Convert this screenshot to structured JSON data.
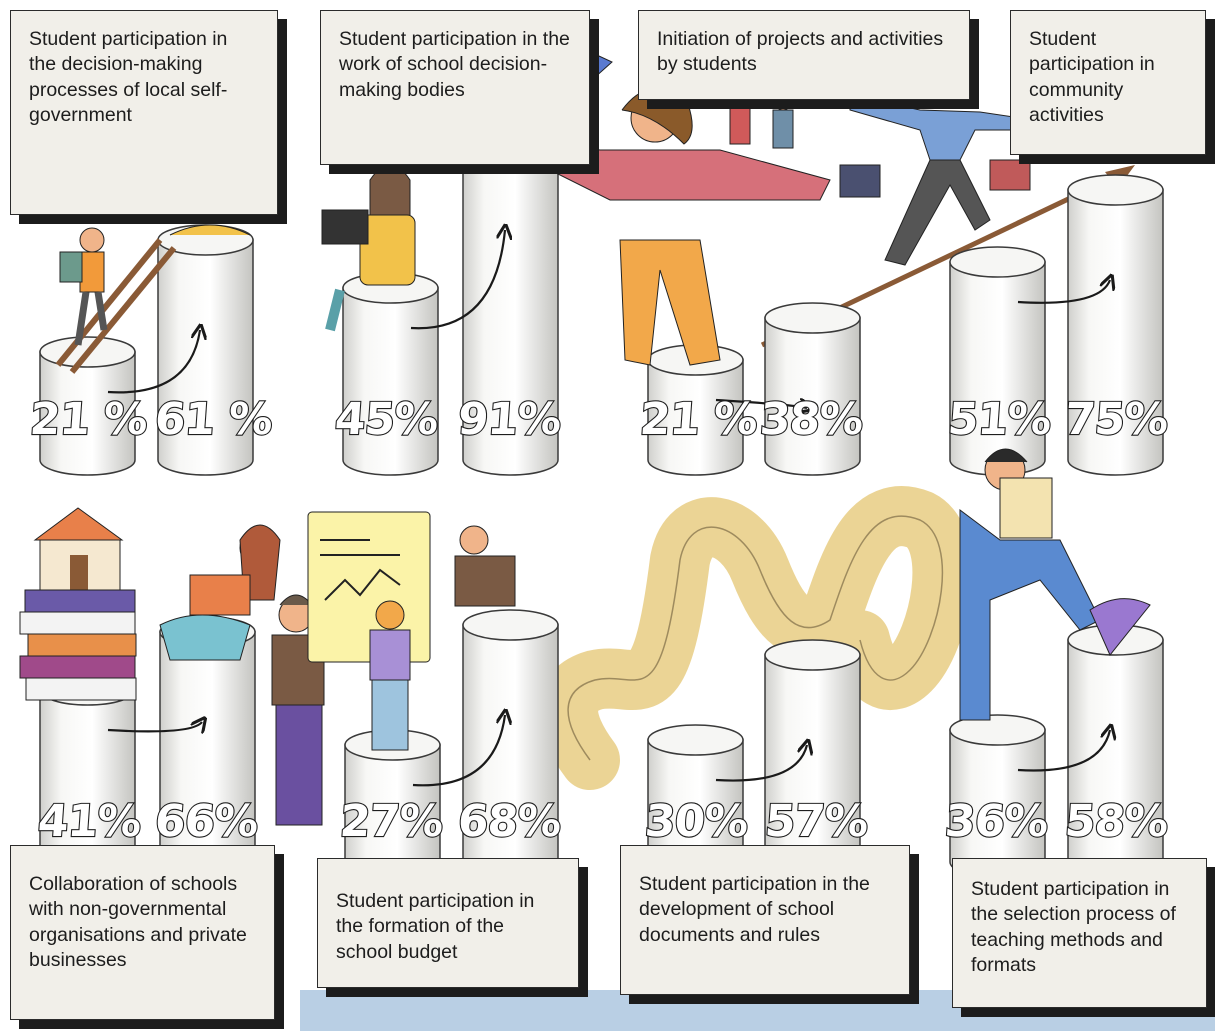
{
  "colors": {
    "card_bg": "#f1efe9",
    "shadow": "#1c1c1c",
    "band": "#b9cfe4",
    "cylinder": "#f4f4f2"
  },
  "top_row": [
    {
      "label": "Student participation in the decision-making processes of local self-government",
      "before": "21 %",
      "after": "61 %"
    },
    {
      "label": "Student participation in the work of school decision-making bodies",
      "before": "45%",
      "after": "91%"
    },
    {
      "label": "Initiation of projects and activities by students",
      "before": "21 %",
      "after": "38%"
    },
    {
      "label": "Student participation in community activities",
      "before": "51%",
      "after": "75%"
    }
  ],
  "bottom_row": [
    {
      "label": "Collaboration of schools with non-governmental organisations and private businesses",
      "before": "41%",
      "after": "66%"
    },
    {
      "label": "Student participation in the formation of the school budget",
      "before": "27%",
      "after": "68%"
    },
    {
      "label": "Student participation in the development of school documents and rules",
      "before": "30%",
      "after": "57%"
    },
    {
      "label": "Student participation in the selection process of teaching methods and formats",
      "before": "36%",
      "after": "58%"
    }
  ]
}
